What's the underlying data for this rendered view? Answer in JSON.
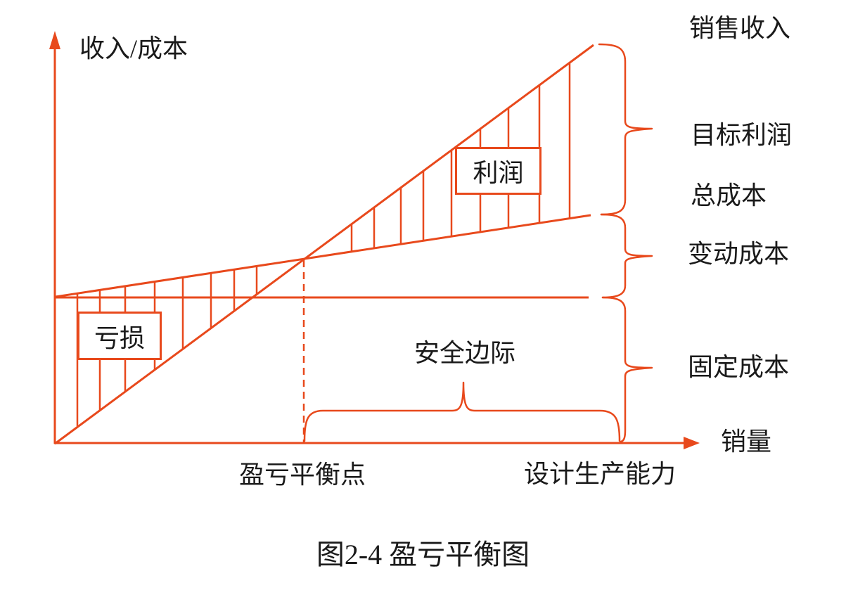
{
  "figure": {
    "caption": "图2-4 盈亏平衡图"
  },
  "axes": {
    "y_label": "收入/成本",
    "x_label": "销量"
  },
  "right_labels": {
    "sales_revenue": "销售收入",
    "target_profit": "目标利润",
    "total_cost": "总成本",
    "variable_cost": "变动成本",
    "fixed_cost": "固定成本"
  },
  "regions": {
    "profit": "利润",
    "loss": "亏损",
    "safety_margin": "安全边际"
  },
  "x_annotations": {
    "break_even_point": "盈亏平衡点",
    "design_capacity": "设计生产能力"
  },
  "colors": {
    "diagram_line": "#e8491c",
    "text": "#1a1a1a",
    "background": "#ffffff"
  }
}
